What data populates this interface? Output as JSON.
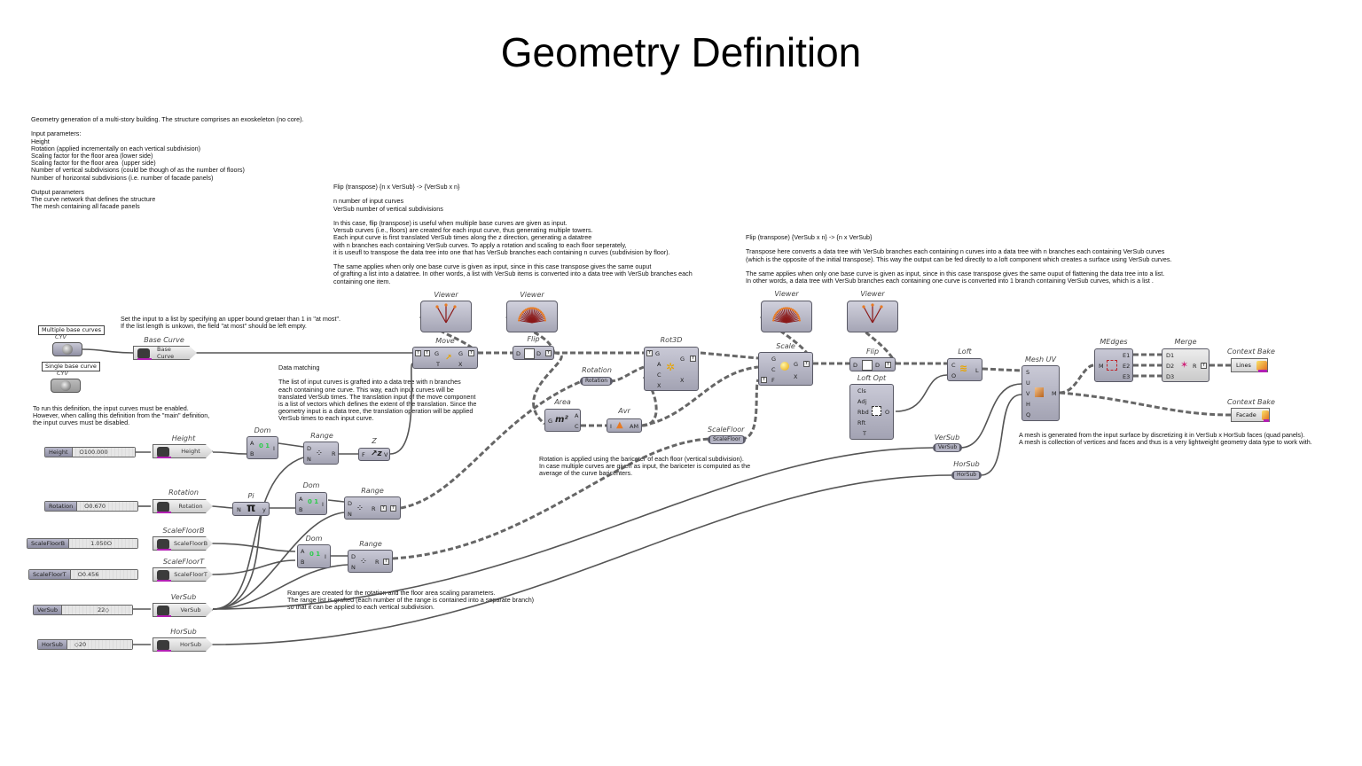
{
  "title": "Geometry Definition",
  "notes": {
    "intro": "Geometry generation of a multi-story building. The structure comprises an exoskeleton (no core).\n\nInput parameters:\nHeight\nRotation (applied incrementally on each vertical subdivision)\nScaling factor for the floor area (lower side)\nScaling factor for the floor area  (upper side)\nNumber of vertical subdivisions (could be though of as the number of floors)\nNumber of horizontal subdivisions (i.e. number of facade panels)\n\nOutput parameters\nThe curve network that defines the structure\nThe mesh containing all facade panels",
    "flip1": "Flip (transpose) {n x VerSub} -> {VerSub x n}\n\nn number of input curves\nVerSub number of vertical subdivisions\n\nIn this case, flip (transpose) is useful when multiple base curves are given as input.\nVersub curves (i.e., floors) are created for each input curve, thus generating multiple towers.\nEach input curve is first translated VerSub times along the z direction, generating a datatree\nwith n branches each containing VerSub curves. To apply a rotation and scaling to each floor seperately,\nit is useufl to transpose the data tree into one that has VerSub branches each containing n curves (subdivision by floor).\n\nThe same applies when only one base curve is given as input, since in this case transpose gives the same ouput\nof grafting a list into a datatree. In other words, a list with VerSub items is converted into a data tree with VerSub branches each\ncontaining one item.",
    "flip2": "Flip (transpose) {VerSub x n} -> {n x VerSub}\n\nTranspose here converts a data tree with VerSub branches each containing n curves into a data tree with n branches each containing VerSub curves\n(which is the opposite of the initial transpose). This way the output can be fed directly to a loft component which creates a surface using VerSub curves.\n\nThe same applies when only one base curve is given as input, since in this case transpose gives the same ouput of flattening the data tree into a list.\nIn other words, a data tree with VerSub branches each containing one curve is converted into 1 branch containing VerSub curves, which is a list .",
    "set_input": "Set the input to a list by specifying an upper bound gretaer than 1 in \"at most\".\nIf the list length is unkown, the field \"at most\" should be left empty.",
    "run_def": "To run this definition, the input curves must be enabled.\nHowever, when calling this definition from the \"main\" definition,\nthe input curves must be disabled.",
    "data_matching": "Data matching\n\nThe list of input curves is grafted into a data tree with n branches\neach containing one curve. This way, each input curves will be\ntranslated VerSub times. The translation input of the move component\nis a list of vectors which defines the extent of the translation. Since the\ngeometry input is a data tree, the translation operation will be applied\nVerSub times to each input curve.",
    "rotation": "Rotation is applied using the bariceter of each floor (vertical subdivision).\nIn case multiple curves are given as input, the bariceter is computed as the\naverage of the curve baricenters.",
    "ranges": "Ranges are created for the rotation and the floor area scaling parameters.\nThe range list is grafted (each number of the range is contained into a separate branch)\nso that it can be applied to each vertical subdivision.",
    "mesh": "A mesh is generated from the input surface by discretizing it in VerSub x HorSub faces (quad panels).\nA mesh is collection of vertices and faces and thus is a very lightweight geometry data type to work with."
  },
  "curve_inputs": {
    "multiple_tag": "Multiple base curves",
    "single_tag": "Single base curve",
    "cyv_label": "CYV"
  },
  "sliders": [
    {
      "name": "Height",
      "value": "100.000"
    },
    {
      "name": "Rotation",
      "value": "0.670"
    },
    {
      "name": "ScaleFloorB",
      "value": "1.050"
    },
    {
      "name": "ScaleFloorT",
      "value": "0.456"
    },
    {
      "name": "VerSub",
      "value": "22"
    },
    {
      "name": "HorSub",
      "value": "20"
    }
  ],
  "params": {
    "base_curve": {
      "label": "Base Curve",
      "text": "Base Curve"
    },
    "height": {
      "label": "Height",
      "text": "Height"
    },
    "rotation": {
      "label": "Rotation",
      "text": "Rotation"
    },
    "scalefloorb": {
      "label": "ScaleFloorB",
      "text": "ScaleFloorB"
    },
    "scalefloort": {
      "label": "ScaleFloorT",
      "text": "ScaleFloorT"
    },
    "versub": {
      "label": "VerSub",
      "text": "VerSub"
    },
    "horsub": {
      "label": "HorSub",
      "text": "HorSub"
    }
  },
  "components": {
    "dom": "Dom",
    "range": "Range",
    "z": "Z",
    "pi": "Pi",
    "move": "Move",
    "flip": "Flip",
    "viewer": "Viewer",
    "rot3d": "Rot3D",
    "area": "Area",
    "avr": "Avr",
    "scale": "Scale",
    "loft": "Loft",
    "loft_opt": "Loft Opt",
    "mesh_uv": "Mesh UV",
    "medges": "MEdges",
    "merge": "Merge",
    "context_bake": "Context Bake"
  },
  "ports": {
    "dom_in": [
      "A",
      "B"
    ],
    "dom_out": "I",
    "range_in": [
      "D",
      "N"
    ],
    "range_out": "R",
    "z_in": "F",
    "z_out": "V",
    "pi_in": "N",
    "pi_out": "y",
    "move_in": [
      "G",
      "T"
    ],
    "move_out": [
      "G",
      "X"
    ],
    "flip_in": "D",
    "flip_out": "D",
    "rot3d_in": [
      "G",
      "A",
      "C",
      "X"
    ],
    "rot3d_out": [
      "G",
      "X"
    ],
    "area_in": "G",
    "area_out": [
      "A",
      "C"
    ],
    "avr_in": "I",
    "avr_out": "AM",
    "scale_in": [
      "G",
      "C",
      "F"
    ],
    "scale_out": [
      "G",
      "X"
    ],
    "loft_in": [
      "C",
      "O"
    ],
    "loft_out": "L",
    "loftopt_in": [
      "Cls",
      "Adj",
      "Rbd",
      "Rft",
      "T"
    ],
    "loftopt_out": "O",
    "meshuv_in": [
      "S",
      "U",
      "V",
      "H",
      "Q"
    ],
    "meshuv_out": "M",
    "medges_in": "M",
    "medges_out": [
      "E1",
      "E2",
      "E3"
    ],
    "merge_in": [
      "D1",
      "D2",
      "D3"
    ],
    "merge_out": "R"
  },
  "relays": {
    "rotation": {
      "label": "Rotation",
      "text": "Rotation"
    },
    "scalefloor": {
      "label": "ScaleFloor",
      "text": "ScaleFloor"
    },
    "versub": {
      "label": "VerSub",
      "text": "VerSub"
    },
    "horsub": {
      "label": "HorSub",
      "text": "HorSub"
    }
  },
  "bakes": [
    {
      "label": "Context Bake",
      "text": "Lines"
    },
    {
      "label": "Context Bake",
      "text": "Facade"
    }
  ],
  "colors": {
    "component_fill": "#b3b3c2",
    "wire": "#555555",
    "viewer_curve": "#8b1a1a",
    "viewer_point": "#e87a22",
    "param_icon_accent": "#b21fb2",
    "domain_green": "#2bcc4a"
  }
}
